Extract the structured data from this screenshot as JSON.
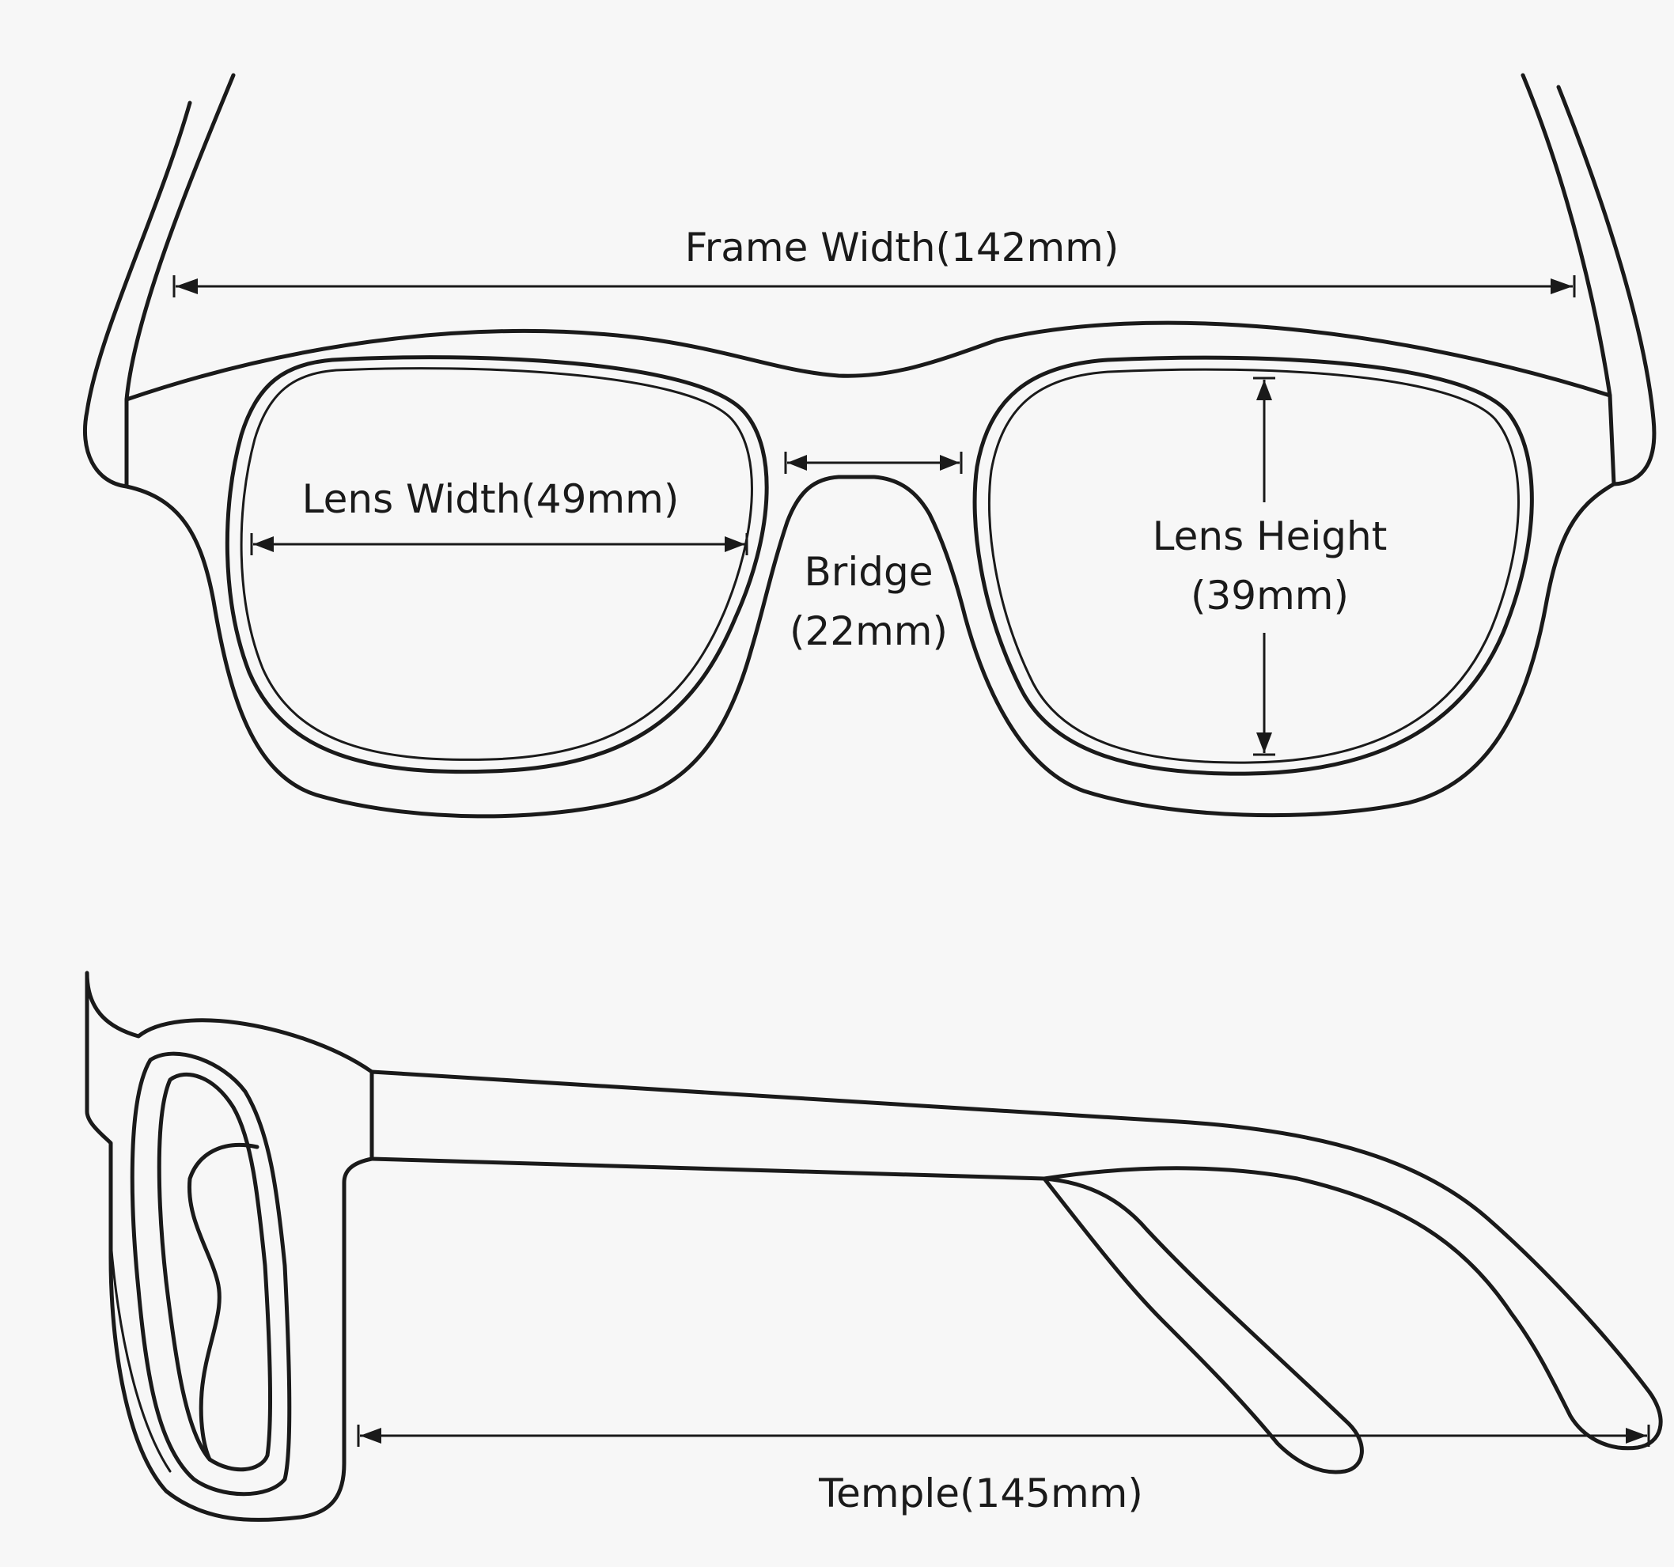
{
  "labels": {
    "frame_width": "Frame Width(142mm)",
    "lens_width": "Lens Width(49mm)",
    "bridge_line1": "Bridge",
    "bridge_line2": "(22mm)",
    "lens_height_line1": "Lens Height",
    "lens_height_line2": "(39mm)",
    "temple": "Temple(145mm)"
  },
  "colors": {
    "stroke": "#1a1a1a",
    "background": "#f7f7f7"
  }
}
